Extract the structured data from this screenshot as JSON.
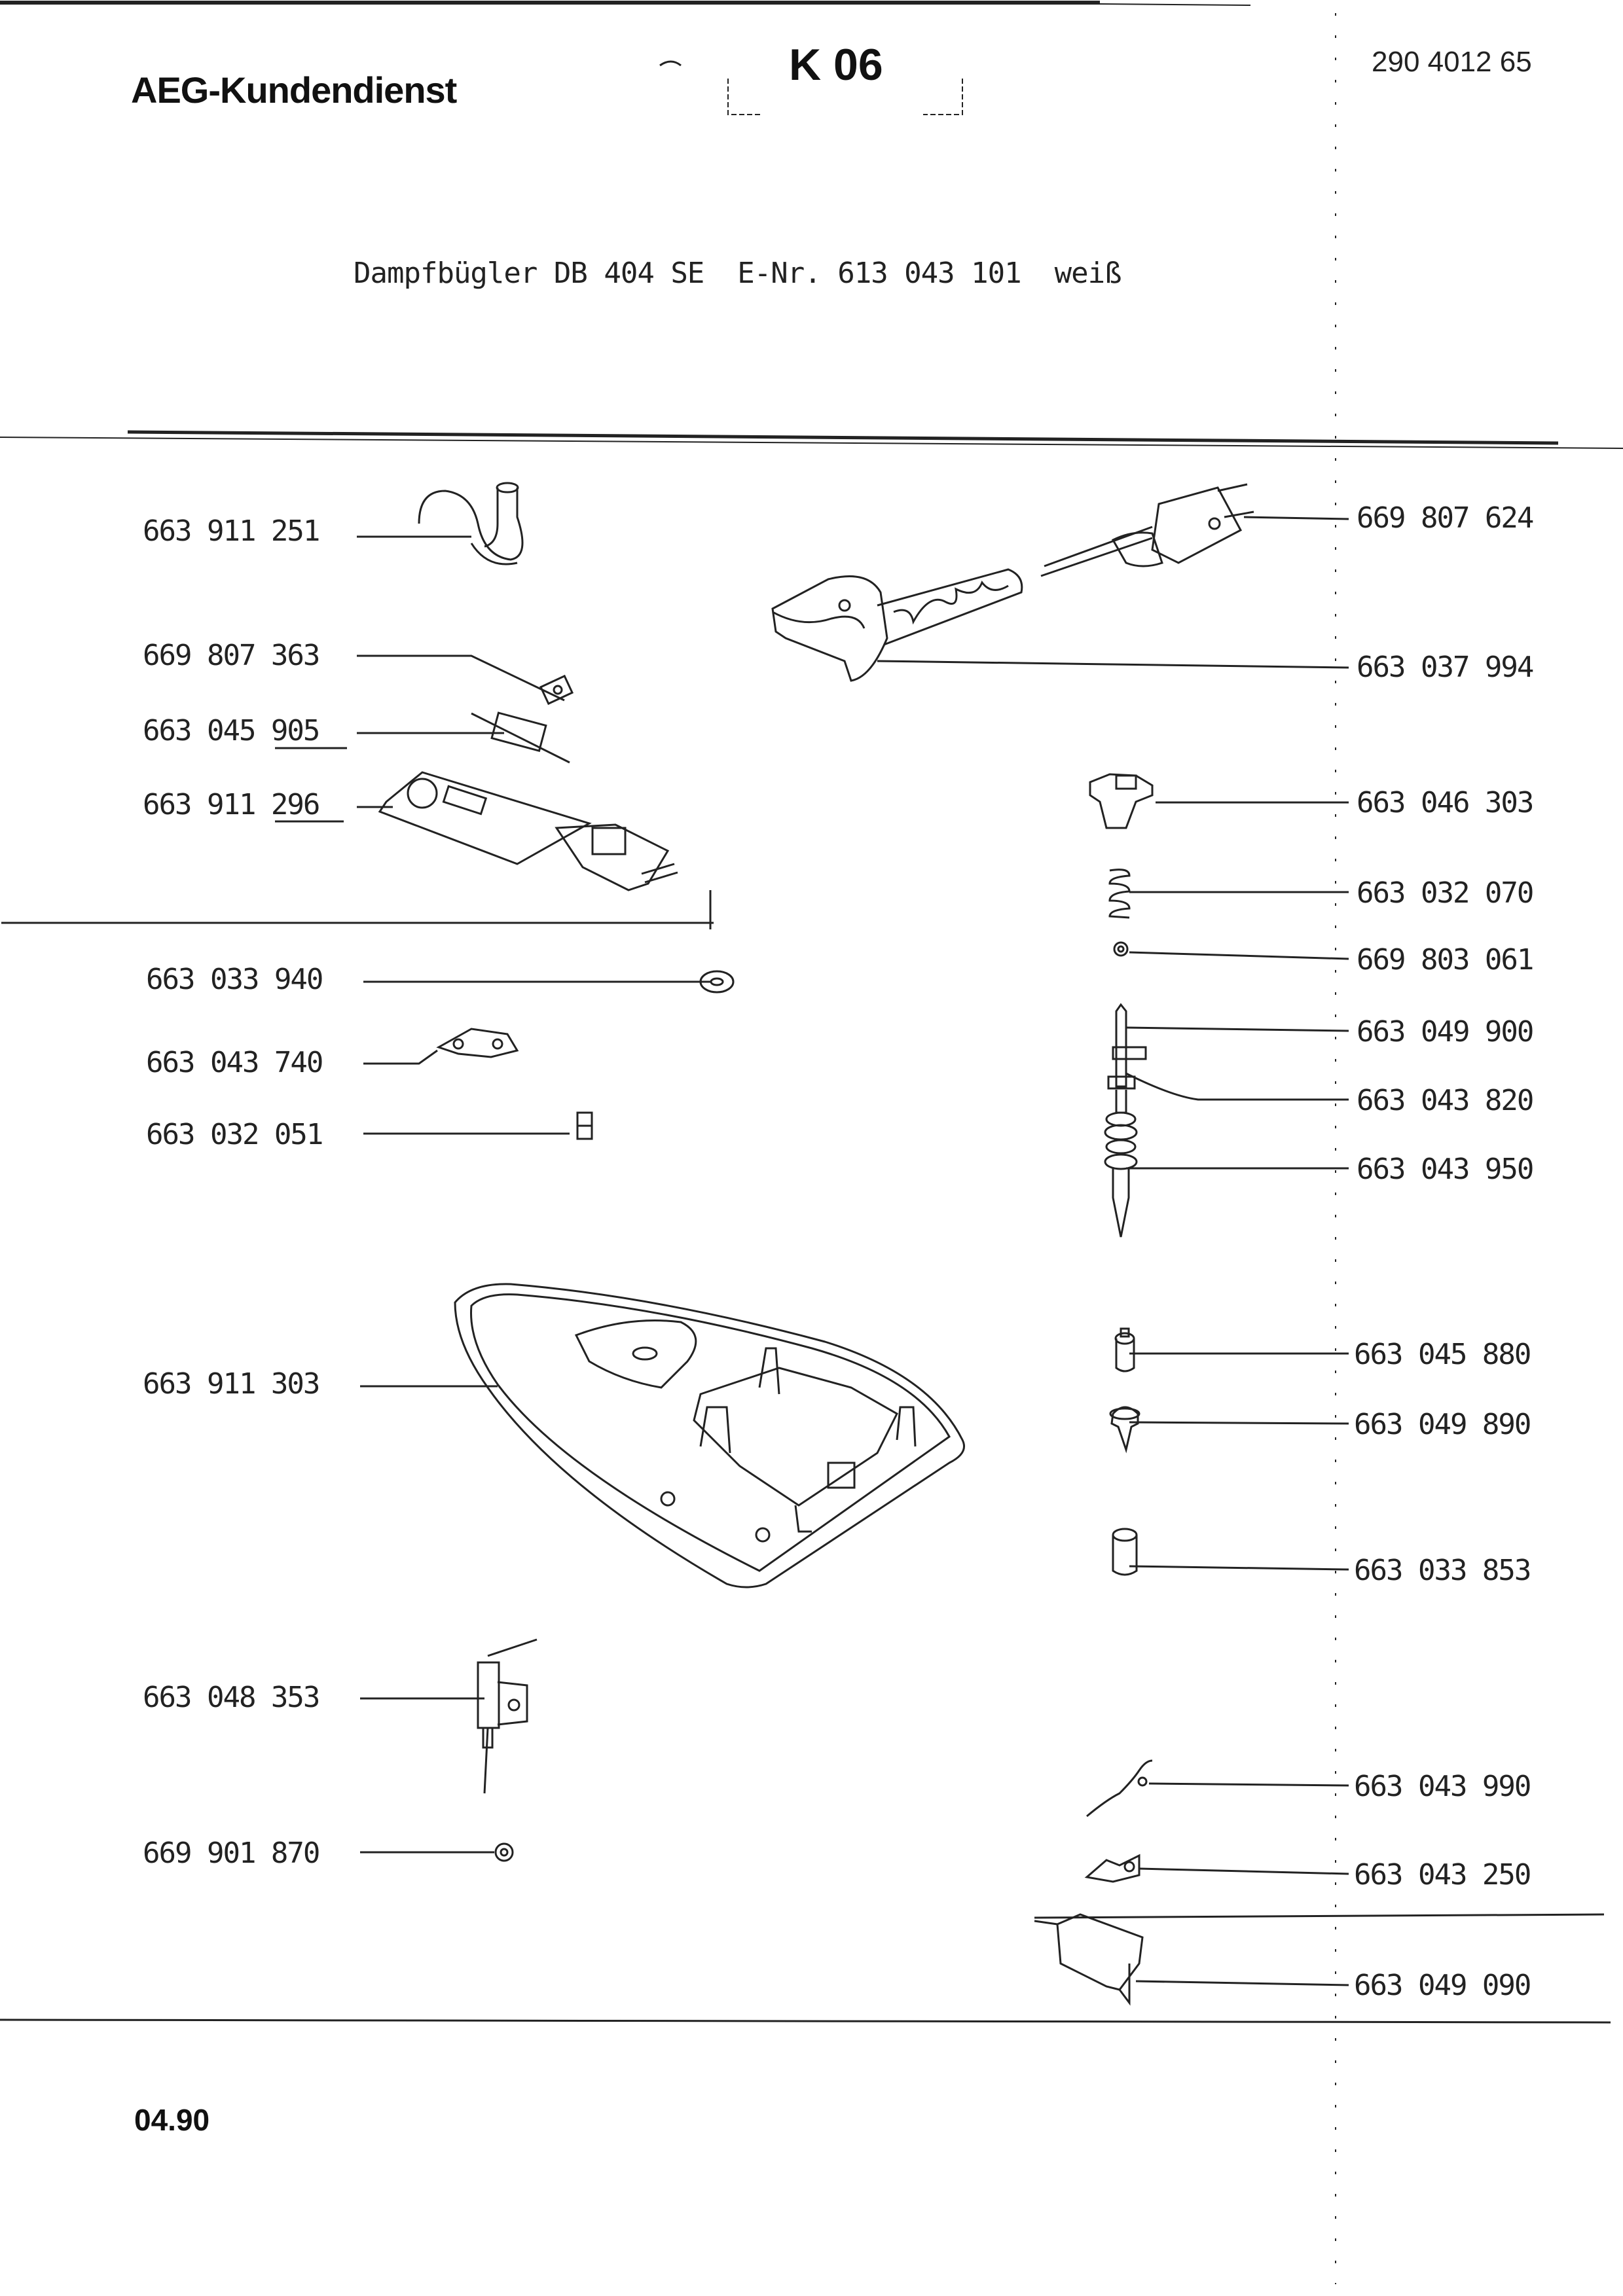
{
  "header": {
    "brand": "AEG-Kundendienst",
    "sheet_code": "K 06",
    "document_number": "290 4012 65"
  },
  "subtitle": "Dampfbügler DB 404 SE  E-Nr. 613 043 101  weiß",
  "footer": {
    "date": "04.90"
  },
  "parts_left": [
    "663 911 251",
    "669 807 363",
    "663 045 905",
    "663 911 296",
    "663 033 940",
    "663 043 740",
    "663 032 051",
    "663 911 303",
    "663 048 353",
    "669 901 870"
  ],
  "parts_right": [
    "669 807 624",
    "663 037 994",
    "663 046 303",
    "663 032 070",
    "669 803 061",
    "663 049 900",
    "663 043 820",
    "663 043 950",
    "663 045 880",
    "663 049 890",
    "663 033 853",
    "663 043 990",
    "663 043 250",
    "663 049 090"
  ]
}
